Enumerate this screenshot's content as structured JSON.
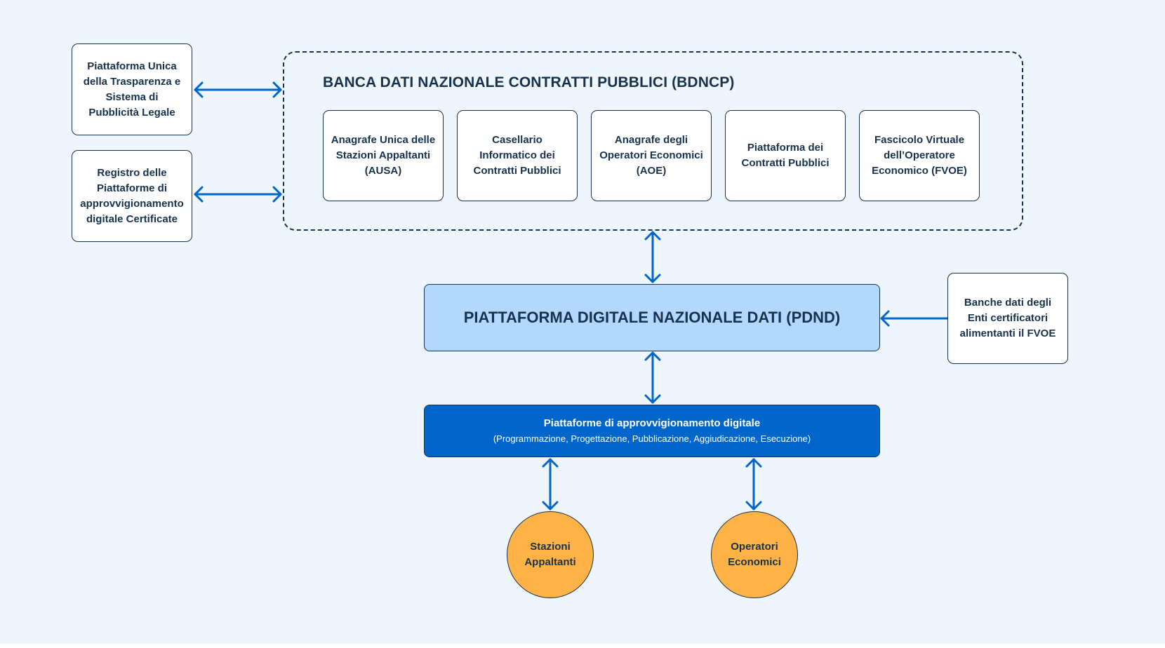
{
  "colors": {
    "background": "#eff5fc",
    "text": "#17324d",
    "arrow": "#0066cc",
    "pdnd_fill": "#b3d8fd",
    "platforms_fill": "#0066cc",
    "circle_fill": "#ffb347",
    "box_fill": "#ffffff"
  },
  "external_left": [
    {
      "label": "Piattaforma Unica\ndella Trasparenza e\nSistema di\nPubblicità Legale"
    },
    {
      "label": "Registro delle\nPiattaforme di\napprovvigionamento\ndigitale Certificate"
    }
  ],
  "bdncp": {
    "title": "BANCA DATI NAZIONALE CONTRATTI PUBBLICI (BDNCP)",
    "components": [
      {
        "label": "Anagrafe Unica delle\nStazioni Appaltanti\n(AUSA)"
      },
      {
        "label": "Casellario\nInformatico dei\nContratti Pubblici"
      },
      {
        "label": "Anagrafe degli\nOperatori Economici\n(AOE)"
      },
      {
        "label": "Piattaforma dei\nContratti Pubblici"
      },
      {
        "label": "Fascicolo Virtuale\ndell’Operatore\nEconomico (FVOE)"
      }
    ]
  },
  "pdnd": {
    "label": "PIATTAFORMA DIGITALE NAZIONALE DATI (PDND)"
  },
  "certifying_bodies": {
    "label": "Banche dati degli\nEnti certificatori\nalimentanti il FVOE"
  },
  "platforms": {
    "title": "Piattaforme di approvvigionamento digitale",
    "subtitle": "(Programmazione, Progettazione, Pubblicazione, Aggiudicazione, Esecuzione)"
  },
  "actors": [
    {
      "label": "Stazioni\nAppaltanti"
    },
    {
      "label": "Operatori\nEconomici"
    }
  ]
}
